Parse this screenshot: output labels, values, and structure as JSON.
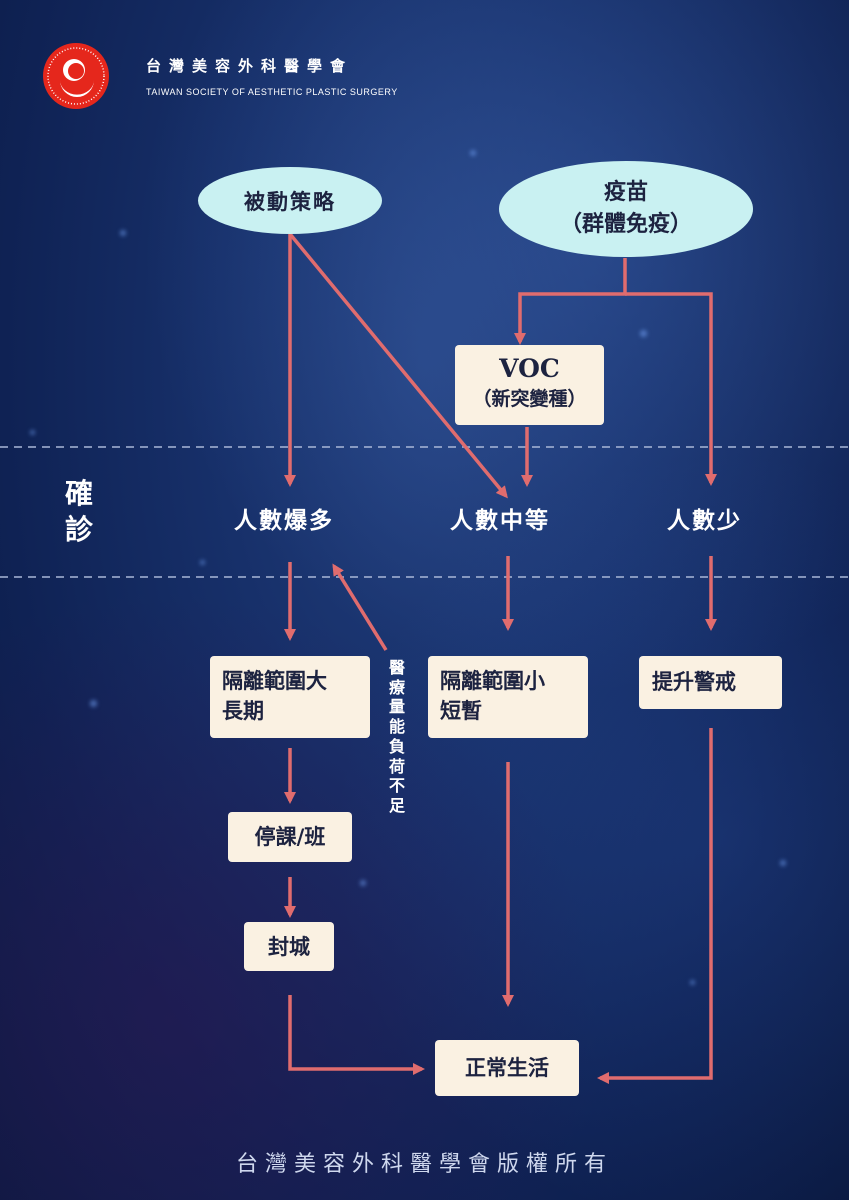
{
  "header": {
    "org_name_zh": "台灣美容外科醫學會",
    "org_name_en": "TAIWAN SOCIETY OF AESTHETIC PLASTIC SURGERY"
  },
  "nodes": {
    "passive_strategy": "被動策略",
    "vaccine_line1": "疫苗",
    "vaccine_line2": "（群體免疫）",
    "voc_line1": "VOC",
    "voc_line2": "（新突變種）",
    "cases_label": "確診",
    "cases_high": "人數爆多",
    "cases_medium": "人數中等",
    "cases_low": "人數少",
    "isolation_large_line1": "隔離範圍大",
    "isolation_large_line2": "長期",
    "isolation_small_line1": "隔離範圍小",
    "isolation_small_line2": "短暫",
    "raise_alert": "提升警戒",
    "suspend_classes": "停課/班",
    "lockdown": "封城",
    "normal_life": "正常生活",
    "capacity_note": "醫療量能負荷不足"
  },
  "footer": {
    "copyright": "台灣美容外科醫學會版權所有"
  },
  "colors": {
    "arrow": "#e06c6e",
    "ellipse_fill": "#c9f1f2",
    "box_fill": "#faf1e2",
    "background": "#17306a",
    "logo_red": "#e5271c"
  }
}
